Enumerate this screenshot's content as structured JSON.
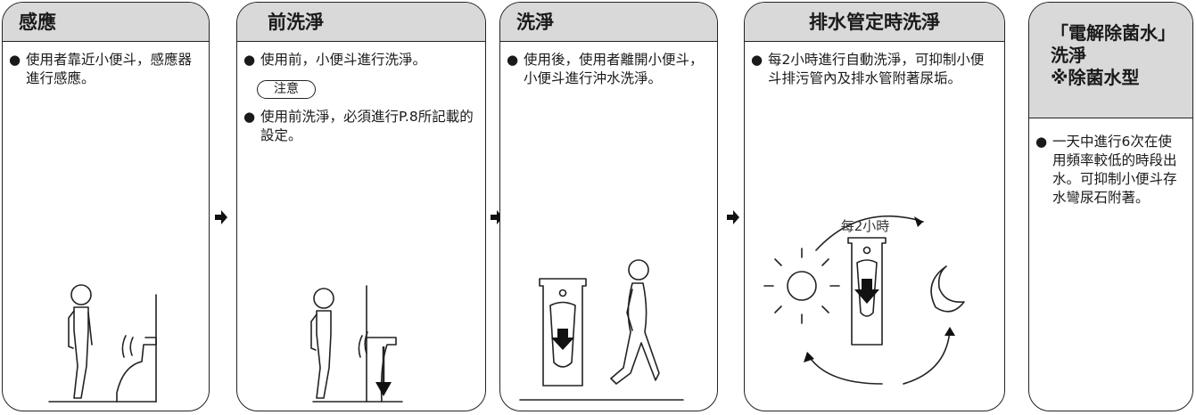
{
  "steps": [
    {
      "title": "感應",
      "texts": [
        "使用者靠近小便斗，感應器進行感應。"
      ]
    },
    {
      "title": "前洗淨",
      "texts": [
        "使用前，小便斗進行洗淨。",
        "使用前洗淨，必須進行P.8所記載的設定。"
      ],
      "note": "注意"
    },
    {
      "title": "洗淨",
      "texts": [
        "使用後，使用者離開小便斗，小便斗進行沖水洗淨。"
      ]
    },
    {
      "title": "排水管定時洗淨",
      "texts": [
        "每2小時進行自動洗淨，可抑制小便斗排污管內及排水管附著尿垢。"
      ],
      "cycle_label": "每2小時"
    },
    {
      "title_lines": [
        "「電解除菌水」",
        "洗淨",
        "※除菌水型"
      ],
      "texts": [
        "一天中進行6次在使用頻率較低的時段出水。可抑制小便斗存水彎尿石附著。"
      ]
    }
  ],
  "arrow_icon": "right-arrow-icon"
}
